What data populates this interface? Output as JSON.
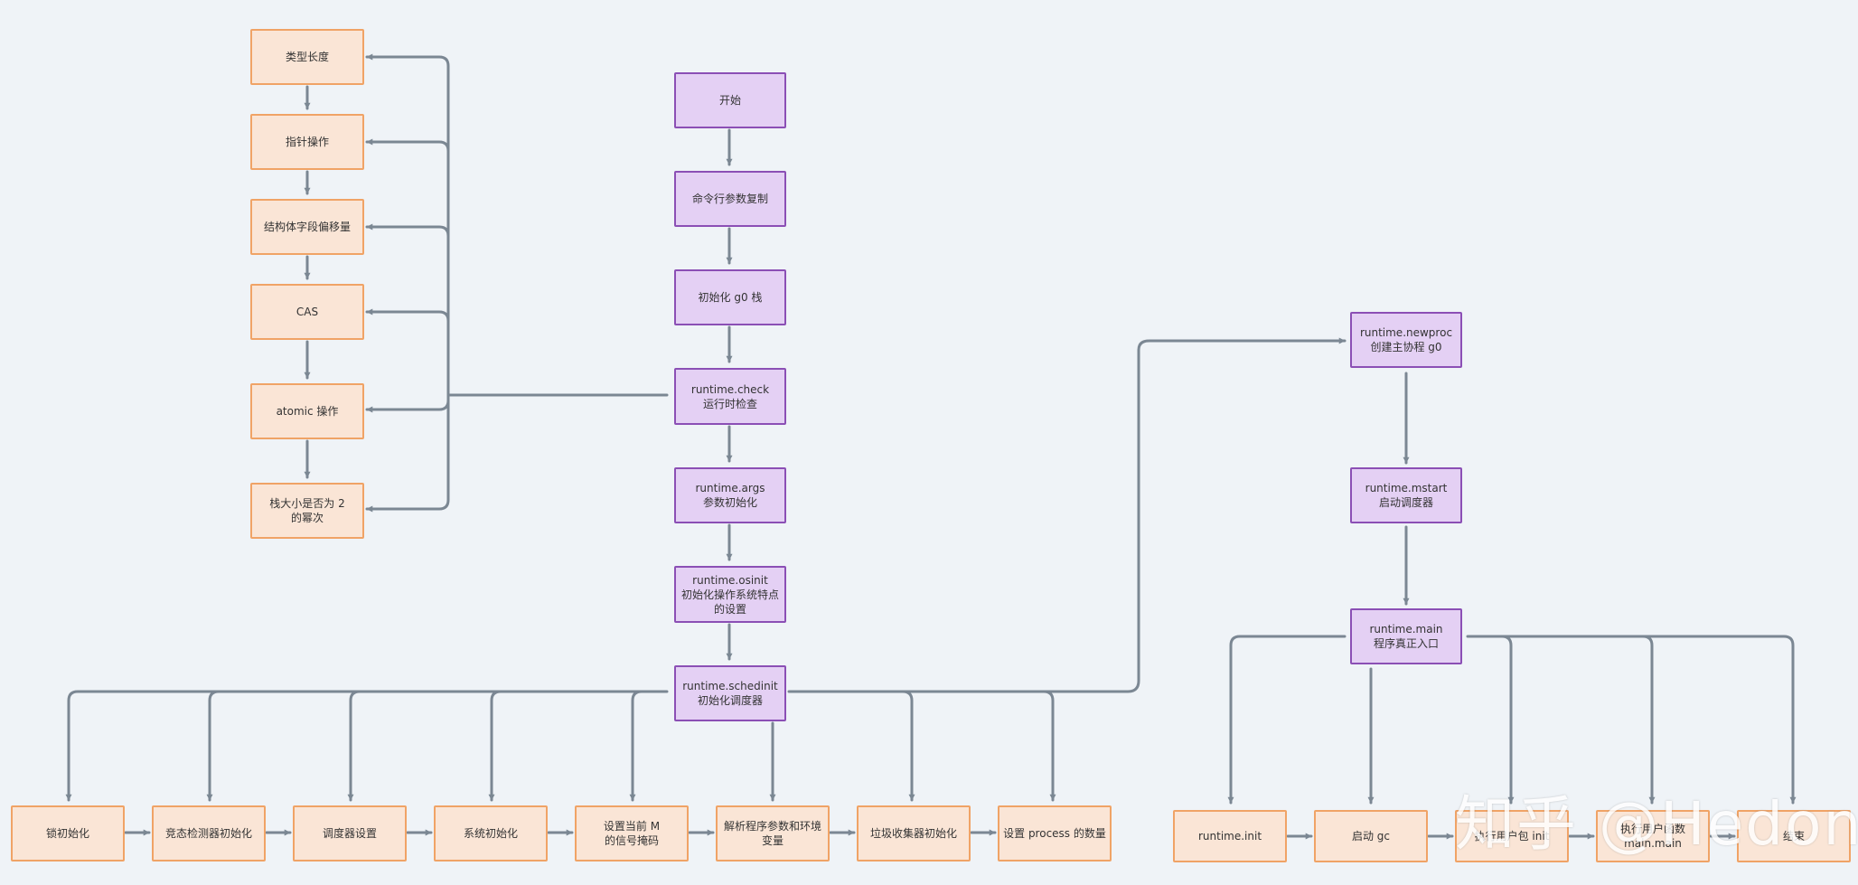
{
  "nodes": {
    "start": [
      "开始"
    ],
    "args_copy": [
      "命令行参数复制"
    ],
    "g0_init": [
      "初始化 g0 栈"
    ],
    "check": [
      "runtime.check",
      "运行时检查"
    ],
    "args": [
      "runtime.args",
      "参数初始化"
    ],
    "osinit": [
      "runtime.osinit",
      "初始化操作系统特点",
      "的设置"
    ],
    "schedinit": [
      "runtime.schedinit",
      "初始化调度器"
    ],
    "type_len": [
      "类型长度"
    ],
    "ptr_ops": [
      "指针操作"
    ],
    "struct_offset": [
      "结构体字段偏移量"
    ],
    "cas": [
      "CAS"
    ],
    "atomic": [
      "atomic 操作"
    ],
    "stack_pow2": [
      "栈大小是否为 2",
      "的幂次"
    ],
    "lock_init": [
      "锁初始化"
    ],
    "race_init": [
      "竞态检测器初始化"
    ],
    "sched_set": [
      "调度器设置"
    ],
    "sys_init": [
      "系统初始化"
    ],
    "sigmask": [
      "设置当前 M",
      "的信号掩码"
    ],
    "parse_env": [
      "解析程序参数和环境",
      "变量"
    ],
    "gc_init": [
      "垃圾收集器初始化"
    ],
    "procs": [
      "设置 process 的数量"
    ],
    "newproc": [
      "runtime.newproc",
      "创建主协程 g0"
    ],
    "mstart": [
      "runtime.mstart",
      "启动调度器"
    ],
    "rt_main": [
      "runtime.main",
      "程序真正入口"
    ],
    "rt_init": [
      "runtime.init"
    ],
    "gc_start": [
      "启动 gc"
    ],
    "user_init": [
      "执行用户包 init"
    ],
    "main_main": [
      "执行用户函数",
      "main.main"
    ],
    "end": [
      "结束"
    ]
  },
  "watermark": "知乎 @Hedon",
  "colors": {
    "background": "#eff3f7",
    "purple_fill": "#e4d0f4",
    "purple_border": "#8b4fb5",
    "peach_fill": "#fae5d6",
    "peach_border": "#f0a366",
    "connector": "#7b8793"
  }
}
